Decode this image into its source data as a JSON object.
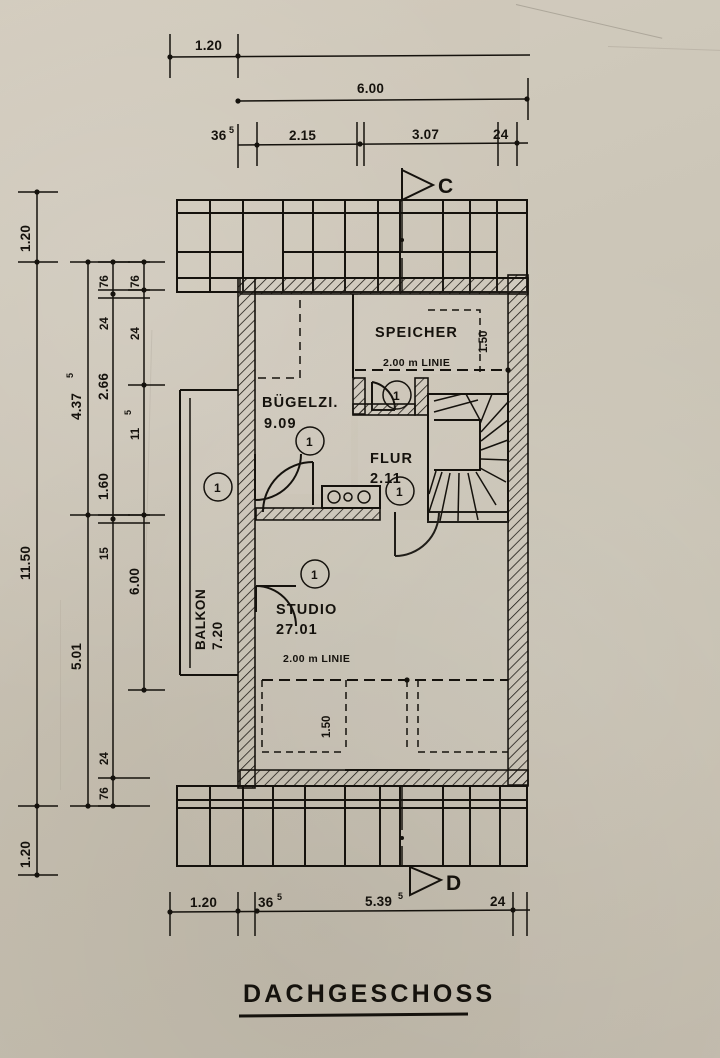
{
  "document": {
    "kind": "architectural-floor-plan",
    "title": "DACHGESCHOSS",
    "language": "de"
  },
  "rooms": [
    {
      "id": "buegelzi",
      "name": "BÜGELZI.",
      "area": "9.09",
      "marker": "1"
    },
    {
      "id": "speicher",
      "name": "SPEICHER",
      "area": "",
      "marker": "1"
    },
    {
      "id": "flur",
      "name": "FLUR",
      "area": "2.11",
      "marker": "1"
    },
    {
      "id": "studio",
      "name": "STUDIO",
      "area": "27.01",
      "marker": "1"
    },
    {
      "id": "balkon",
      "name": "BALKON",
      "area": "7.20",
      "marker": ""
    }
  ],
  "annotations": {
    "line_note_upper": "2.00 m LINIE",
    "line_note_lower": "2.00 m LINIE",
    "height_speicher": "1.50",
    "height_studio": "1.50"
  },
  "section_markers": [
    {
      "id": "c",
      "label": "C",
      "position": "top"
    },
    {
      "id": "d",
      "label": "D",
      "position": "bottom"
    }
  ],
  "dimensions": {
    "top_outer": [
      "1.20"
    ],
    "top_overall": [
      "6.00"
    ],
    "top_chain": [
      {
        "value": "36",
        "sup": "5"
      },
      {
        "value": "2.15",
        "sup": ""
      },
      {
        "value": "3.07",
        "sup": ""
      },
      {
        "value": "24",
        "sup": ""
      }
    ],
    "bottom_chain": [
      {
        "value": "1.20",
        "sup": ""
      },
      {
        "value": "36",
        "sup": "5"
      },
      {
        "value": "5.39",
        "sup": "5"
      },
      {
        "value": "24",
        "sup": ""
      }
    ],
    "left_outer": [
      "1.20",
      "11.50",
      "1.20"
    ],
    "left_second": [
      {
        "value": "4.37",
        "sup": "5"
      },
      {
        "value": "5.01",
        "sup": ""
      }
    ],
    "left_third": [
      {
        "value": "76",
        "sup": ""
      },
      {
        "value": "24",
        "sup": ""
      },
      {
        "value": "2.66",
        "sup": ""
      },
      {
        "value": "1.60",
        "sup": ""
      },
      {
        "value": "15",
        "sup": ""
      },
      {
        "value": "76",
        "sup": ""
      },
      {
        "value": "24",
        "sup": ""
      }
    ],
    "left_inner": [
      {
        "value": "76",
        "sup": ""
      },
      {
        "value": "24",
        "sup": ""
      },
      {
        "value": "11",
        "sup": "5"
      },
      {
        "value": "6.00",
        "sup": ""
      }
    ]
  },
  "colors": {
    "paper": "#c9c2b3",
    "ink": "#15120d"
  }
}
